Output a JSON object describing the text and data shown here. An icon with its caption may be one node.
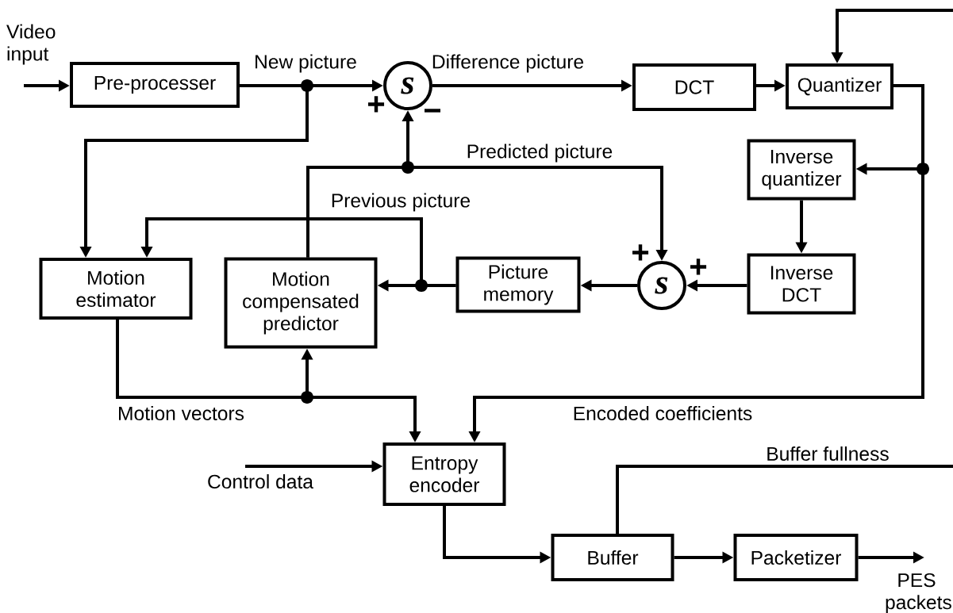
{
  "diagram": {
    "nodes": [
      {
        "text": [
          "Pre-processer"
        ]
      },
      {
        "text": [
          "s"
        ]
      },
      {
        "text": [
          "DCT"
        ]
      },
      {
        "text": [
          "Quantizer"
        ]
      },
      {
        "text": [
          "Inverse quantizer"
        ]
      },
      {
        "text": [
          "Inverse DCT"
        ]
      },
      {
        "text": [
          "s"
        ]
      },
      {
        "text": [
          "Picture memory"
        ]
      },
      {
        "text": [
          "Motion estimator"
        ]
      },
      {
        "text": [
          "Motion compensated predictor"
        ]
      },
      {
        "text": [
          "Entropy encoder"
        ]
      },
      {
        "text": [
          "Buffer"
        ]
      },
      {
        "text": [
          "Packetizer"
        ]
      }
    ],
    "edges": [
      {
        "from": null,
        "to": 0,
        "arrow": "to",
        "label": "Video input"
      },
      {
        "from": 0,
        "to": 1,
        "arrow": "to",
        "label": "New picture"
      },
      {
        "from": 0,
        "to": 8,
        "arrow": "to"
      },
      {
        "from": 1,
        "to": 2,
        "arrow": "to",
        "label": "Difference picture"
      },
      {
        "from": 2,
        "to": 3,
        "arrow": "to"
      },
      {
        "from": 11,
        "to": 3,
        "arrow": "to",
        "label": "Buffer fullness"
      },
      {
        "from": 3,
        "to": 4,
        "arrow": "to"
      },
      {
        "from": 3,
        "to": 10,
        "arrow": "to",
        "label": "Encoded coefficients"
      },
      {
        "from": 4,
        "to": 5,
        "arrow": "to"
      },
      {
        "from": 5,
        "to": 6,
        "arrow": "to"
      },
      {
        "from": 6,
        "to": 7,
        "arrow": "to"
      },
      {
        "from": 7,
        "to": 9,
        "arrow": "to"
      },
      {
        "from": 7,
        "to": 8,
        "arrow": "to",
        "label": "Previous picture"
      },
      {
        "from": 9,
        "to": 1,
        "arrow": "to"
      },
      {
        "from": 9,
        "to": 6,
        "arrow": "to",
        "label": "Predicted picture"
      },
      {
        "from": 8,
        "to": 10,
        "arrow": "to",
        "label": "Motion vectors"
      },
      {
        "from": 8,
        "to": 9,
        "arrow": "to"
      },
      {
        "from": null,
        "to": 10,
        "arrow": "to",
        "label": "Control data"
      },
      {
        "from": 10,
        "to": 11,
        "arrow": "to"
      },
      {
        "from": 11,
        "to": 12,
        "arrow": "to"
      },
      {
        "from": 12,
        "to": null,
        "arrow": "to",
        "label": "PES packets"
      }
    ],
    "labels": [
      "+",
      "−",
      "+",
      "+"
    ]
  }
}
